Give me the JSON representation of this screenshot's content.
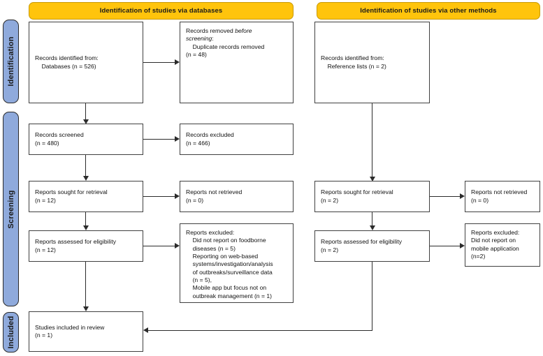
{
  "diagram": {
    "title": "PRISMA 2020 flow diagram",
    "type": "prisma-flow-diagram",
    "colors": {
      "header_fill": "#FFC40C",
      "phase_fill": "#8FAADC",
      "box_border": "#404040",
      "connector": "#2b2b2b",
      "background": "#ffffff"
    }
  },
  "phases": [
    {
      "id": "identification",
      "label": "Identification"
    },
    {
      "id": "screening",
      "label": "Screening"
    },
    {
      "id": "included",
      "label": "Included"
    }
  ],
  "headers": [
    {
      "id": "databases",
      "label": "Identification of studies via databases"
    },
    {
      "id": "other-methods",
      "label": "Identification of studies via other methods"
    }
  ],
  "nodes": {
    "records_identified": {
      "label": "Records identified from:\n    Databases (n = 526)",
      "count": 526
    },
    "records_removed": {
      "label_pre": "Records removed ",
      "label_em1": "before",
      "label_mid": "\n",
      "label_em2": "screening",
      "label_post": ":\n    Duplicate records removed\n(n = 48)",
      "count": 48
    },
    "records_screened": {
      "label": "Records screened\n(n = 480)",
      "count": 480
    },
    "records_excluded": {
      "label": "Records excluded\n(n = 466)",
      "count": 466
    },
    "reports_sought": {
      "label": "Reports sought for retrieval\n(n = 12)",
      "count": 12
    },
    "reports_not_retrieved": {
      "label": "Reports not retrieved\n(n = 0)",
      "count": 0
    },
    "reports_assessed": {
      "label": "Reports assessed for eligibility\n(n = 12)",
      "count": 12
    },
    "reports_excluded": {
      "label": "Reports excluded:\n    Did not report on foodborne\n    diseases (n = 5)\n    Reporting on web-based\n    systems/investigation/analysis\n    of outbreaks/surveillance data\n    (n = 5),\n    Mobile app but focus not on\n    outbreak management (n = 1)"
    },
    "other_records_identified": {
      "label": "Records identified from:\n    Reference lists (n = 2)",
      "count": 2
    },
    "other_reports_sought": {
      "label": "Reports sought for retrieval\n(n = 2)",
      "count": 2
    },
    "other_reports_not_retrieved": {
      "label": "Reports not retrieved\n(n = 0)",
      "count": 0
    },
    "other_reports_assessed": {
      "label": "Reports assessed for eligibility\n(n = 2)",
      "count": 2
    },
    "other_reports_excluded": {
      "label": "Reports excluded:\nDid not report on\nmobile application\n(n=2)",
      "count": 2
    },
    "studies_included": {
      "label": "Studies included in review\n(n = 1)",
      "count": 1
    }
  }
}
